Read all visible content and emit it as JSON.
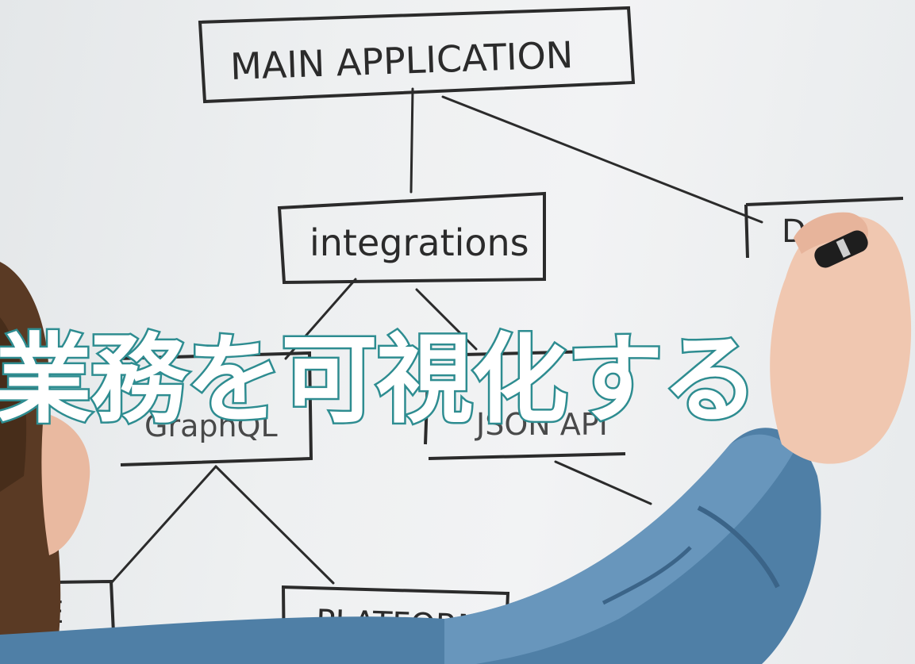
{
  "headline": "業務を可視化する",
  "whiteboard": {
    "main_box": "MAIN APPLICATION",
    "integrations_box": "integrations",
    "graphql_box": "GraphQL",
    "json_api_box": "JSON API",
    "platform_box": "PLATFORM",
    "left_box_partial": "RE",
    "right_box_partial": "D"
  },
  "colors": {
    "headline_fill": "#ffffff",
    "headline_outline": "#2f8f93",
    "ink": "#2b2b2b",
    "denim": "#4f7fa6"
  }
}
